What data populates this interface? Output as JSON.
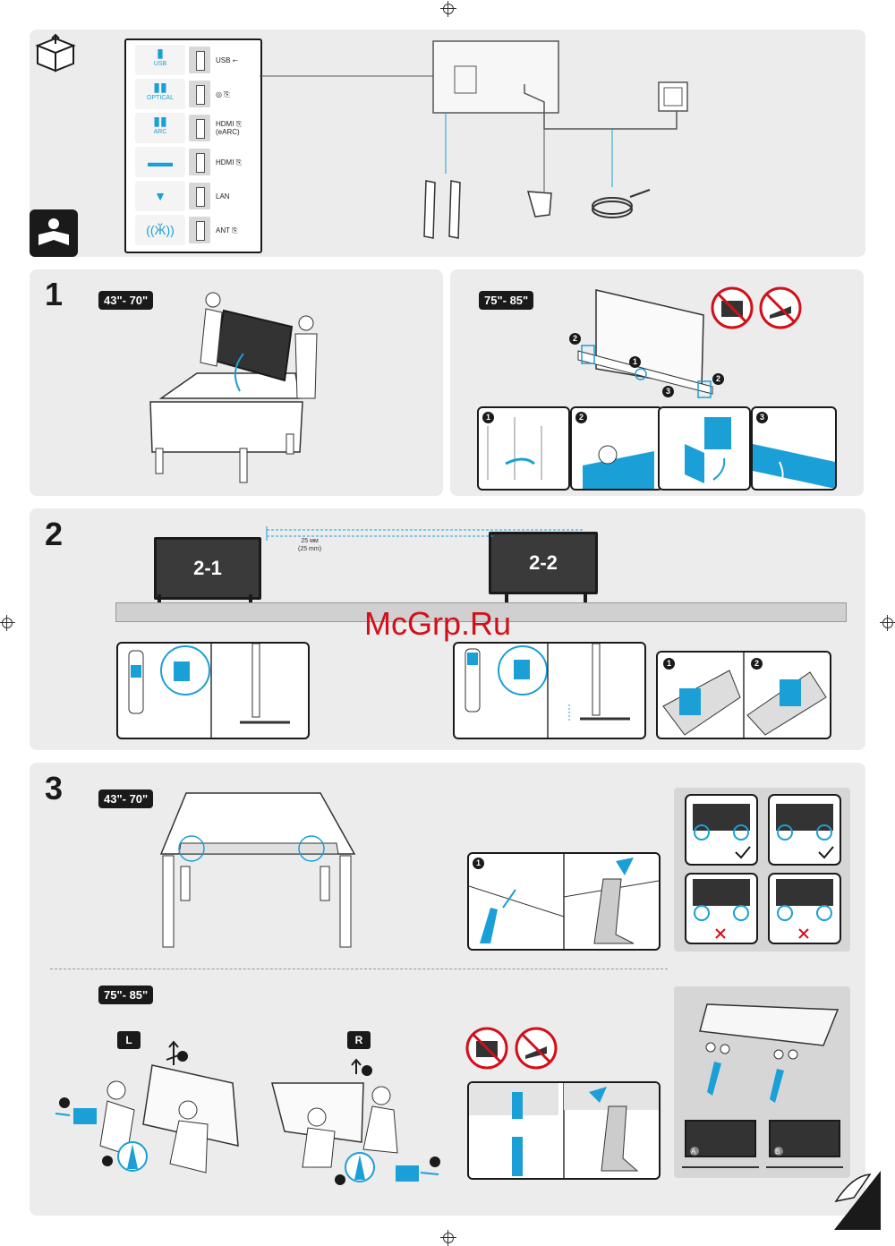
{
  "ports": [
    {
      "icon": "usb-icon",
      "icon_text": "USB",
      "label": "USB ⭠"
    },
    {
      "icon": "optical-icon",
      "icon_text": "OPTICAL",
      "label": "◎ ⎘"
    },
    {
      "icon": "arc-icon",
      "icon_text": "ARC",
      "label": "HDMI ⎘ (eARC)"
    },
    {
      "icon": "hdmi-icon",
      "icon_text": "",
      "label": "HDMI ⎘"
    },
    {
      "icon": "lan-icon",
      "icon_text": "",
      "label": "LAN"
    },
    {
      "icon": "antenna-icon",
      "icon_text": "",
      "label": "ANT ⎘"
    }
  ],
  "steps": {
    "s1": {
      "number": "1",
      "size_small": "43\"- 70\"",
      "size_large": "75\"- 85\""
    },
    "s2": {
      "number": "2",
      "tv1": "2-1",
      "tv2": "2-2",
      "gap_line1": "25 мм",
      "gap_line2": "(25 mm)"
    },
    "s3": {
      "number": "3",
      "size_small": "43\"- 70\"",
      "size_large": "75\"- 85\"",
      "left": "L",
      "right": "R",
      "a": "A",
      "b": "B"
    }
  },
  "watermark": "McGrp.Ru",
  "colors": {
    "accent": "#1a9fd6",
    "panel": "#ececec",
    "ink": "#1a1a1a",
    "forbid": "#d2101a"
  }
}
